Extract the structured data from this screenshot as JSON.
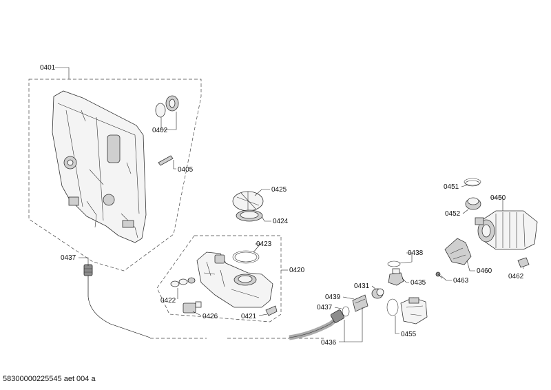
{
  "labels": {
    "p0401": "0401",
    "p0402": "0402",
    "p0405": "0405",
    "p0425": "0425",
    "p0424": "0424",
    "p0423": "0423",
    "p0420": "0420",
    "p0422": "0422",
    "p0426": "0426",
    "p0421": "0421",
    "p0437a": "0437",
    "p0437b": "0437",
    "p0436": "0436",
    "p0439": "0439",
    "p0431": "0431",
    "p0438": "0438",
    "p0435": "0435",
    "p0455": "0455",
    "p0451": "0451",
    "p0450": "0450",
    "p0452": "0452",
    "p0460": "0460",
    "p0463": "0463",
    "p0462": "0462"
  },
  "footer": "58300000225545 aet 004 a"
}
